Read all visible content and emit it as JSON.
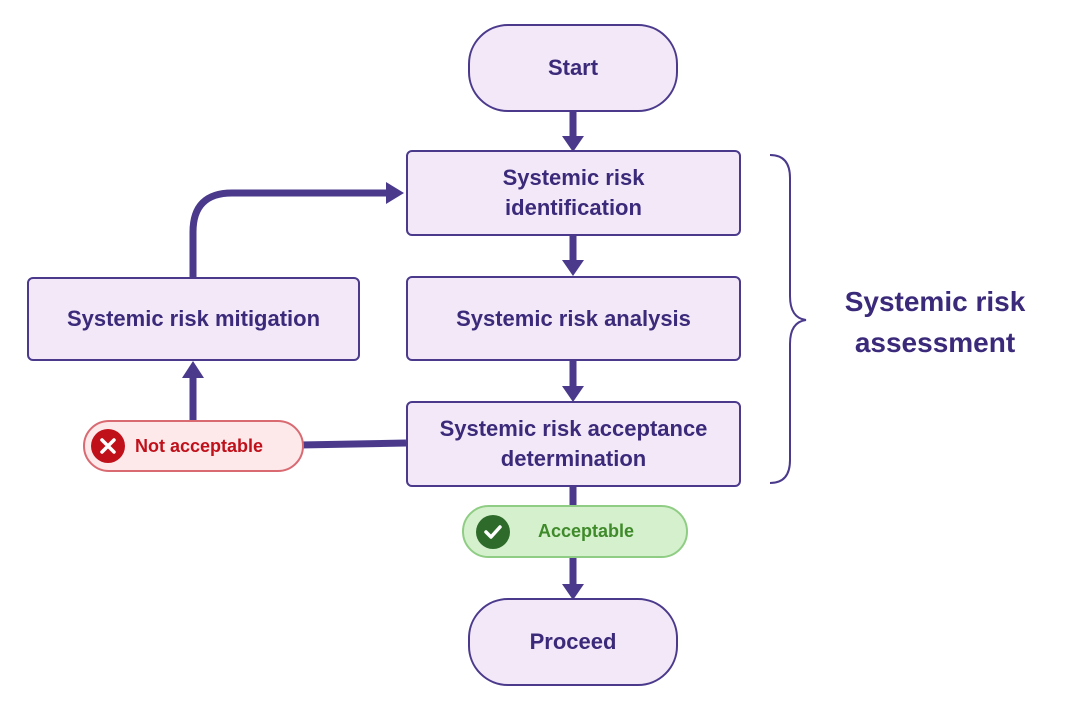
{
  "nodes": {
    "start": "Start",
    "identification": "Systemic risk identification",
    "analysis": "Systemic risk analysis",
    "acceptance": "Systemic risk acceptance determination",
    "mitigation": "Systemic risk mitigation",
    "proceed": "Proceed"
  },
  "badges": {
    "not_acceptable": "Not acceptable",
    "acceptable": "Acceptable"
  },
  "group": {
    "label": "Systemic risk assessment"
  },
  "icons": {
    "not_acceptable": "x-circle-icon",
    "acceptable": "check-circle-icon"
  },
  "colors": {
    "node_fill": "#f3e8f8",
    "node_border": "#4b3a8c",
    "text": "#3b2a7a",
    "arrow": "#4b3a8c",
    "bad": "#c0111b",
    "good": "#2e6b2a"
  }
}
